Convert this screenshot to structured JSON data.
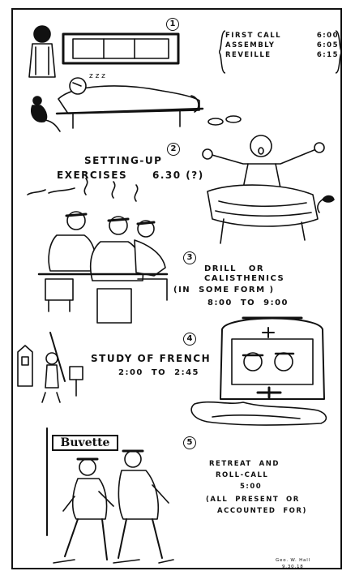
{
  "panel_numbers": [
    "1",
    "2",
    "3",
    "4",
    "5"
  ],
  "panel1": {
    "schedule": [
      {
        "label": "FIRST CALL",
        "time": "6:00"
      },
      {
        "label": "ASSEMBLY",
        "time": "6:05"
      },
      {
        "label": "REVEILLE",
        "time": "6:15"
      }
    ]
  },
  "panel2": {
    "title_line1": "SETTING-UP",
    "title_line2": "EXERCISES",
    "time": "6.30 (?)"
  },
  "panel3": {
    "line1": "DRILL   OR",
    "line2": "CALISTHENICS",
    "line3": "(IN  SOME FORM )",
    "line4": "8:00  TO  9:00"
  },
  "panel4": {
    "line1": "STUDY OF FRENCH",
    "line2": "2:00  TO  2:45"
  },
  "panel5": {
    "sign": "Buvette",
    "line1": "RETREAT  AND",
    "line2": "ROLL-CALL",
    "line3": "5:00",
    "line4": "(ALL  PRESENT  OR",
    "line5": "ACCOUNTED  FOR)"
  },
  "signature": {
    "name": "Geo. W. Hall",
    "date": "9.30.18"
  }
}
